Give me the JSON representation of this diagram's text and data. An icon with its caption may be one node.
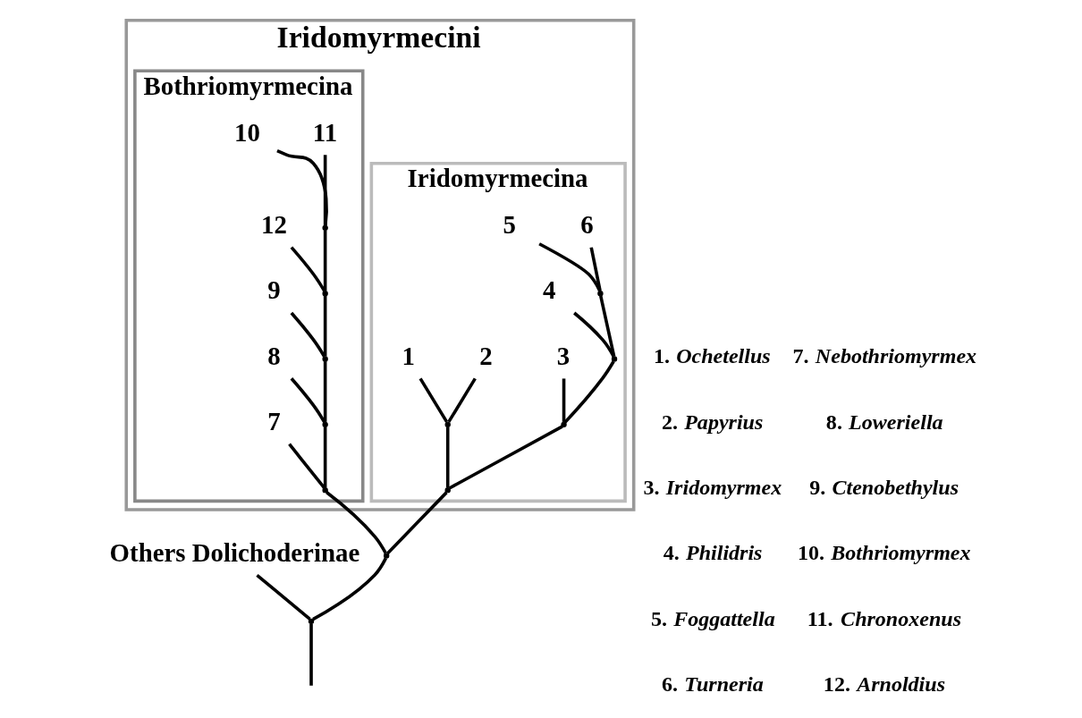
{
  "diagram": {
    "nodes": [
      {
        "text": [
          "Iridomyrmecini"
        ]
      },
      {
        "text": [
          "Iridomyrmecina"
        ],
        "in": 0
      },
      {
        "text": [
          "Bothriomyrmecina"
        ],
        "in": 0
      },
      {
        "text": [
          "Others Dolichoderinae"
        ]
      },
      {
        "text": [
          "1"
        ],
        "in": 1
      },
      {
        "text": [
          "2"
        ],
        "in": 1
      },
      {
        "text": [
          "3"
        ],
        "in": 1
      },
      {
        "text": [
          "4"
        ],
        "in": 1
      },
      {
        "text": [
          "5"
        ],
        "in": 1
      },
      {
        "text": [
          "6"
        ],
        "in": 1
      },
      {
        "text": [
          "7"
        ],
        "in": 2
      },
      {
        "text": [
          "8"
        ],
        "in": 2
      },
      {
        "text": [
          "9"
        ],
        "in": 2
      },
      {
        "text": [
          "10"
        ],
        "in": 2
      },
      {
        "text": [
          "11"
        ],
        "in": 2
      },
      {
        "text": [
          "12"
        ],
        "in": 2
      },
      {
        "text": [],
        "shape": "point",
        "in": 1
      },
      {
        "text": [],
        "shape": "point",
        "in": 1
      },
      {
        "text": [],
        "shape": "point",
        "in": 1
      },
      {
        "text": [],
        "shape": "point",
        "in": 1
      },
      {
        "text": [],
        "shape": "point",
        "in": 1
      },
      {
        "text": [],
        "shape": "point",
        "in": 2
      },
      {
        "text": [],
        "shape": "point",
        "in": 2
      },
      {
        "text": [],
        "shape": "point",
        "in": 2
      },
      {
        "text": [],
        "shape": "point",
        "in": 2
      },
      {
        "text": [],
        "shape": "point",
        "in": 2
      },
      {
        "text": [],
        "shape": "point"
      },
      {
        "text": [],
        "shape": "point"
      }
    ],
    "edges": [
      {
        "from": 16,
        "to": 4,
        "arrow": "none"
      },
      {
        "from": 16,
        "to": 5,
        "arrow": "none"
      },
      {
        "from": 17,
        "to": 8,
        "arrow": "none"
      },
      {
        "from": 17,
        "to": 9,
        "arrow": "none"
      },
      {
        "from": 18,
        "to": 7,
        "arrow": "none"
      },
      {
        "from": 18,
        "to": 17,
        "arrow": "none"
      },
      {
        "from": 19,
        "to": 6,
        "arrow": "none"
      },
      {
        "from": 19,
        "to": 18,
        "arrow": "none"
      },
      {
        "from": 20,
        "to": 16,
        "arrow": "none"
      },
      {
        "from": 20,
        "to": 19,
        "arrow": "none"
      },
      {
        "from": 21,
        "to": 13,
        "arrow": "none"
      },
      {
        "from": 21,
        "to": 14,
        "arrow": "none"
      },
      {
        "from": 22,
        "to": 21,
        "arrow": "none"
      },
      {
        "from": 22,
        "to": 15,
        "arrow": "none"
      },
      {
        "from": 23,
        "to": 12,
        "arrow": "none"
      },
      {
        "from": 23,
        "to": 22,
        "arrow": "none"
      },
      {
        "from": 24,
        "to": 11,
        "arrow": "none"
      },
      {
        "from": 24,
        "to": 23,
        "arrow": "none"
      },
      {
        "from": 25,
        "to": 10,
        "arrow": "none"
      },
      {
        "from": 25,
        "to": 24,
        "arrow": "none"
      },
      {
        "from": 26,
        "to": 20,
        "arrow": "none"
      },
      {
        "from": 26,
        "to": 25,
        "arrow": "none"
      },
      {
        "from": 27,
        "to": 3,
        "arrow": "none"
      },
      {
        "from": 27,
        "to": 26,
        "arrow": "none"
      },
      {
        "from": null,
        "to": 27,
        "arrow": "none"
      }
    ],
    "labels": [
      "1. *Ochetellus*",
      "2. *Papyrius*",
      "3. *Iridomyrmex*",
      "4. *Philidris*",
      "5. *Foggattella*",
      "6. *Turneria*",
      "7. *Nebothriomyrmex*",
      "8. *Loweriella*",
      "9. *Ctenobethylus*",
      "10. *Bothriomyrmex*",
      "11. *Chronoxenus*",
      "12. *Arnoldius*"
    ]
  }
}
